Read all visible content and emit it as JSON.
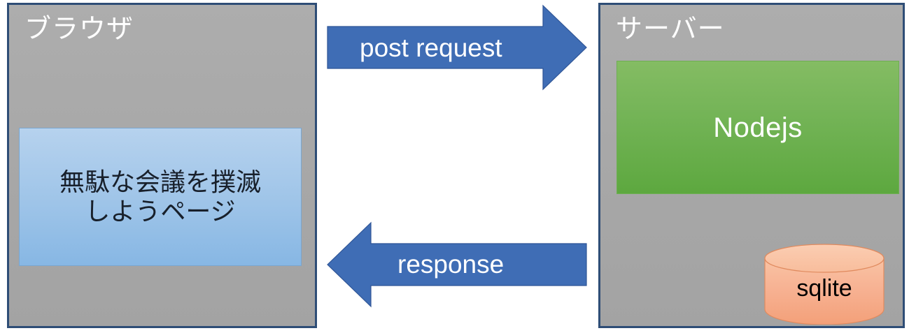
{
  "diagram": {
    "title_implied": "Browser-Server post request / response flow",
    "colors": {
      "zone_fill": "#a7a7a7",
      "zone_border": "#2e4d76",
      "page_card_fill": "#9ec4e8",
      "nodejs_fill": "#74b457",
      "sqlite_fill": "#f6b08a",
      "arrow_fill": "#3f6db5",
      "arrow_text": "#ffffff",
      "zone_label_text": "#ffffff"
    },
    "browser_zone": {
      "label": "ブラウザ",
      "page_card": {
        "text": "無駄な会議を撲滅\nしようページ"
      }
    },
    "server_zone": {
      "label": "サーバー",
      "nodejs": {
        "label": "Nodejs"
      },
      "sqlite": {
        "label": "sqlite"
      }
    },
    "arrows": [
      {
        "name": "post-request-arrow",
        "label": "post request",
        "direction": "right",
        "from": "ブラウザ",
        "to": "サーバー"
      },
      {
        "name": "response-arrow",
        "label": "response",
        "direction": "left",
        "from": "サーバー",
        "to": "ブラウザ"
      }
    ]
  }
}
